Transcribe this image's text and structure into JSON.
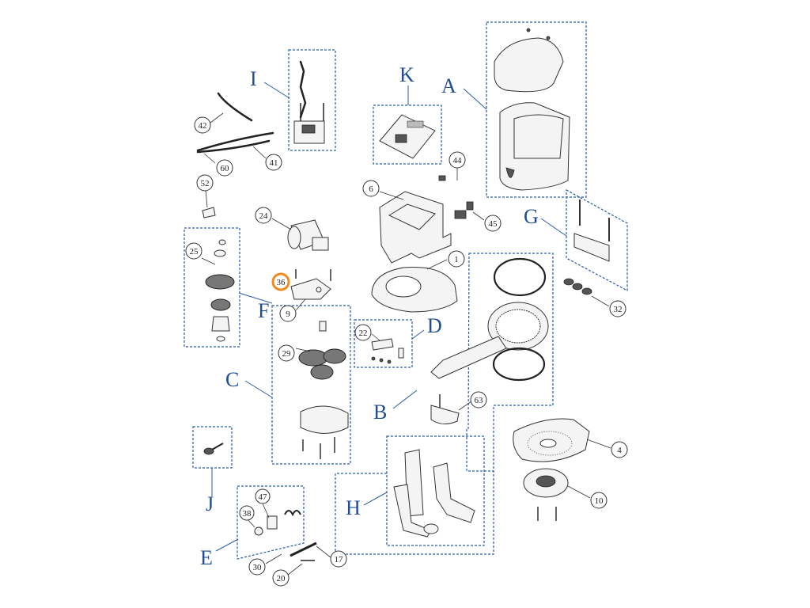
{
  "groups": [
    "A",
    "B",
    "C",
    "D",
    "E",
    "F",
    "G",
    "H",
    "I",
    "J",
    "K"
  ],
  "callouts": [
    "1",
    "4",
    "6",
    "9",
    "10",
    "17",
    "20",
    "22",
    "24",
    "25",
    "29",
    "30",
    "32",
    "36",
    "38",
    "41",
    "42",
    "44",
    "45",
    "47",
    "52",
    "60",
    "63"
  ],
  "highlighted_callout": "36",
  "colors": {
    "group_letter": "#1f4e96",
    "box_border": "#2a5aa8",
    "highlight": "#f08a1c"
  }
}
